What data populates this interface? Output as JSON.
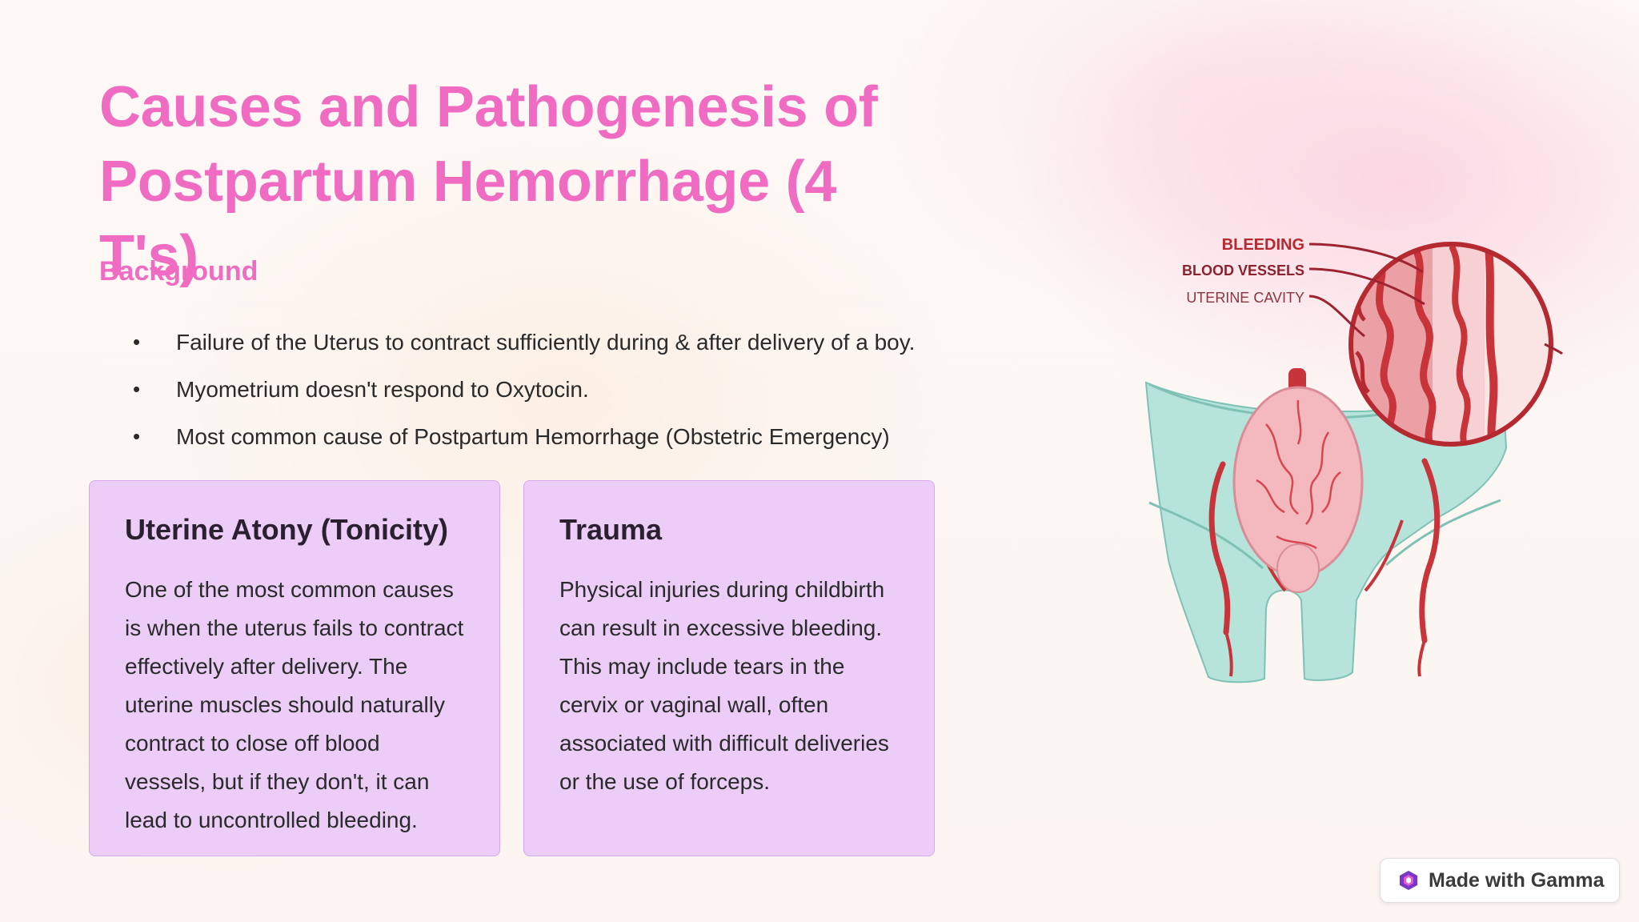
{
  "slide": {
    "title": "Causes and Pathogenesis of Postpartum Hemorrhage (4 T's)",
    "subtitle": "Background",
    "bullets": [
      "Failure of the Uterus to contract sufficiently during & after delivery of a boy.",
      "Myometrium doesn't respond to Oxytocin.",
      "Most common cause of Postpartum  Hemorrhage (Obstetric Emergency)"
    ],
    "cards": [
      {
        "heading": "Uterine Atony (Tonicity)",
        "body": "One of the most common causes is when the uterus fails to contract effectively after delivery. The uterine muscles should naturally contract to close off blood vessels, but if they don't, it can lead to uncontrolled bleeding."
      },
      {
        "heading": "Trauma",
        "body": "Physical injuries during childbirth can result in excessive bleeding. This may include tears in the cervix or vaginal wall, often associated with difficult deliveries or the use of forceps."
      }
    ]
  },
  "illustration": {
    "labels": [
      "BLEEDING",
      "BLOOD VESSELS",
      "UTERINE CAVITY"
    ]
  },
  "badge": {
    "label": "Made with Gamma",
    "icon": "gamma-logo-icon"
  },
  "colors": {
    "title": "#f06cc3",
    "card_bg": "#ebcdf8",
    "card_border": "#d6a6ef",
    "illus_teal": "#b6e3da",
    "illus_red": "#c8343a"
  }
}
